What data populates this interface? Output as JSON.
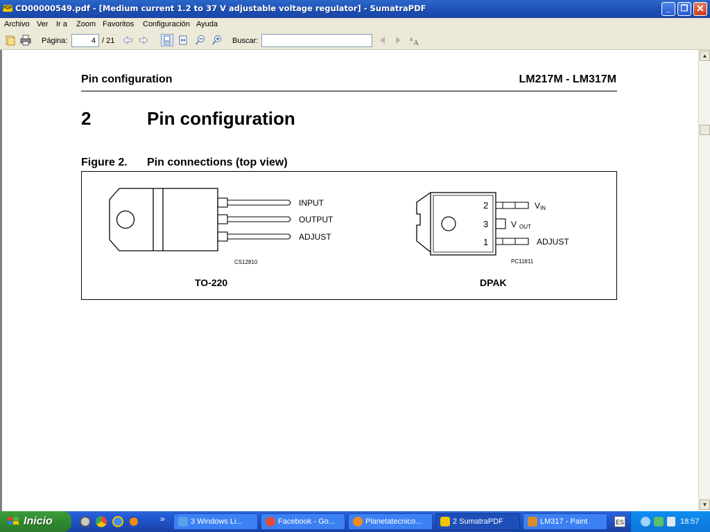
{
  "window": {
    "title": "CD00000549.pdf - [Medium current 1.2 to 37 V adjustable voltage regulator] - SumatraPDF",
    "minimize": "_",
    "maximize": "❐",
    "close": "✕"
  },
  "menu": {
    "items": [
      {
        "label": "Archivo"
      },
      {
        "label": "Ver"
      },
      {
        "label": "Ir a"
      },
      {
        "label": "Zoom"
      },
      {
        "label": "Favoritos"
      },
      {
        "label": "Configuración"
      },
      {
        "label": "Ayuda"
      }
    ]
  },
  "toolbar": {
    "page_label": "Página:",
    "page_value": "4",
    "page_total": "/ 21",
    "search_label": "Buscar:",
    "search_value": ""
  },
  "document": {
    "header_left": "Pin configuration",
    "header_right": "LM217M - LM317M",
    "section_number": "2",
    "section_title": "Pin configuration",
    "figure_label": "Figure 2.",
    "figure_caption": "Pin connections (top view)",
    "to220": {
      "pins": [
        "INPUT",
        "OUTPUT",
        "ADJUST"
      ],
      "code": "CS12810",
      "package": "TO-220"
    },
    "dpak": {
      "pin_numbers": [
        "2",
        "3",
        "1"
      ],
      "vin": "V",
      "vin_sub": "IN",
      "vout": "V",
      "vout_sub": "OUT",
      "adjust": "ADJUST",
      "code": "PC11811",
      "package": "DPAK"
    }
  },
  "taskbar": {
    "start": "Inicio",
    "chevron": "»",
    "tasks": [
      {
        "label": "3 Windows Li...",
        "color": "#5aa0e8"
      },
      {
        "label": "Facebook - Go...",
        "color": "#e44b35"
      },
      {
        "label": "Planetatecnico...",
        "color": "#f08a1a"
      },
      {
        "label": "2 SumatraPDF",
        "color": "#f5c400"
      },
      {
        "label": "LM317 - Paint",
        "color": "#d98a2a"
      }
    ],
    "lang": "ES",
    "clock": "18:57"
  },
  "colors": {
    "titlebar": "#245edb",
    "chrome": "#ece9d8",
    "start": "#3c9d3c"
  }
}
